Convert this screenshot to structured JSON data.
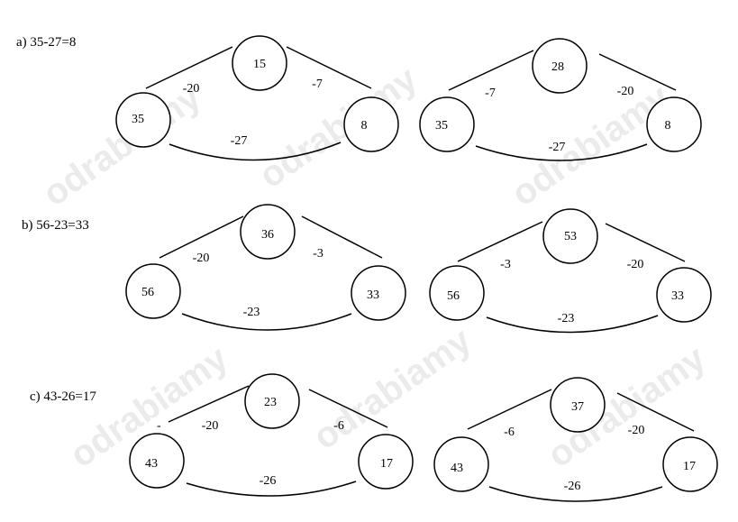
{
  "watermark": "odrabiamy",
  "exercises": [
    {
      "label": "a) 35-27=8",
      "diagrams": [
        {
          "circles": [
            "35",
            "15",
            "8"
          ],
          "ops": [
            "-20",
            "-7",
            "-27"
          ]
        },
        {
          "circles": [
            "35",
            "28",
            "8"
          ],
          "ops": [
            "-7",
            "-20",
            "-27"
          ]
        }
      ]
    },
    {
      "label": "b) 56-23=33",
      "diagrams": [
        {
          "circles": [
            "56",
            "36",
            "33"
          ],
          "ops": [
            "-20",
            "-3",
            "-23"
          ]
        },
        {
          "circles": [
            "56",
            "53",
            "33"
          ],
          "ops": [
            "-3",
            "-20",
            "-23"
          ]
        }
      ]
    },
    {
      "label": "c) 43-26=17",
      "stray_mark": "-",
      "diagrams": [
        {
          "circles": [
            "43",
            "23",
            "17"
          ],
          "ops": [
            "-20",
            "-6",
            "-26"
          ]
        },
        {
          "circles": [
            "43",
            "37",
            "17"
          ],
          "ops": [
            "-6",
            "-20",
            "-26"
          ]
        }
      ]
    }
  ]
}
